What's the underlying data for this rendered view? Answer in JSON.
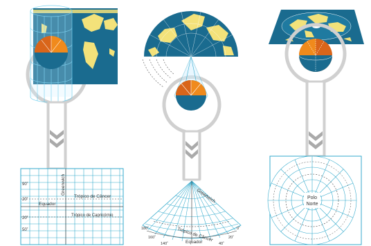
{
  "colors": {
    "ocean": "#1a6b8f",
    "land": "#f3e27a",
    "grid_line": "#33aacc",
    "frame_gray": "#d0d0d0",
    "chevron_gray": "#aaaaaa",
    "globe_orange": "#f08a1c",
    "globe_orange_dark": "#d9651a",
    "globe_cap": "#1a6b8f"
  },
  "icons": [
    "chevron-down-icon"
  ],
  "cylindrical": {
    "grid_labels": {
      "lat_90": "90˚",
      "lat_20_n": "20˚",
      "lat_20_s": "20˚",
      "lat_50": "50˚",
      "meridian": "Greenwich",
      "tropic_cancer": "Trópico de Câncer",
      "equator": "Equador",
      "tropic_capricorn": "Trópico de Capricórnio"
    }
  },
  "conic": {
    "grid_labels": {
      "meridian": "Greenwich",
      "tropic_cancer": "Trópico de Câncer",
      "equator": "Equador",
      "lon_180": "180˚",
      "lon_0": "0˚",
      "lon_160": "160˚",
      "lon_20": "20˚",
      "lon_140": "140˚",
      "lon_40": "40˚"
    }
  },
  "azimuthal": {
    "grid_labels": {
      "pole_line1": "Polo",
      "pole_line2": "Norte"
    }
  }
}
